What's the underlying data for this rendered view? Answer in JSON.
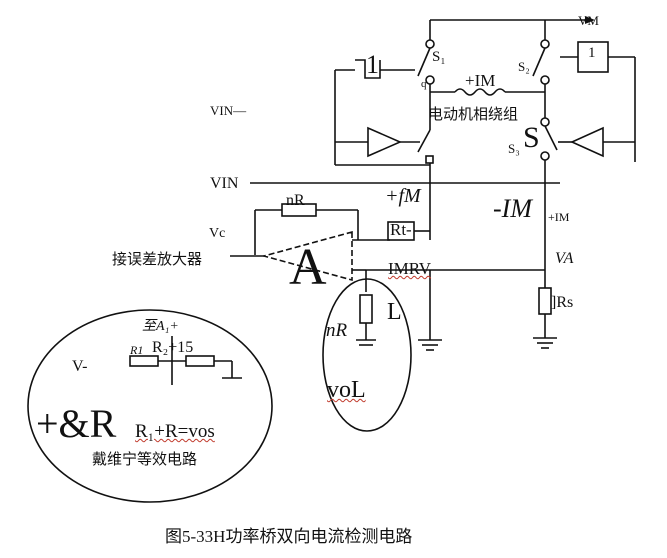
{
  "caption": "图5-33H功率桥双向电流检测电路",
  "labels": {
    "vm": "VM",
    "s1": "S₁",
    "s2": "S₂",
    "s3": "S₃",
    "s3_big": "S",
    "q": "q",
    "gate1": "1",
    "gate2": "1",
    "plus_im": "+IM",
    "motor_winding": "电动机相绕组",
    "vin_top": "VIN—",
    "vin_mid": "VIN",
    "plus_fm": "+fM",
    "minus_im": "-IM",
    "plus_im_small": "+IM",
    "nr_top": "nR",
    "rt": "Rt-",
    "vc": "Vc",
    "error_amp": "接误差放大器",
    "opamp_a": "A",
    "imrv": "IMRV",
    "va": "VA",
    "rs": "]Rs",
    "l": "L",
    "nr_mid": "nR",
    "vol": "voL",
    "v_minus": "V-",
    "to_a": "至A₁+",
    "r1": "R1",
    "r2_15": "R₂+15",
    "formula_big": "+&R",
    "formula_small": "R₁+R=vos",
    "thevenin": "戴维宁等效电路"
  }
}
